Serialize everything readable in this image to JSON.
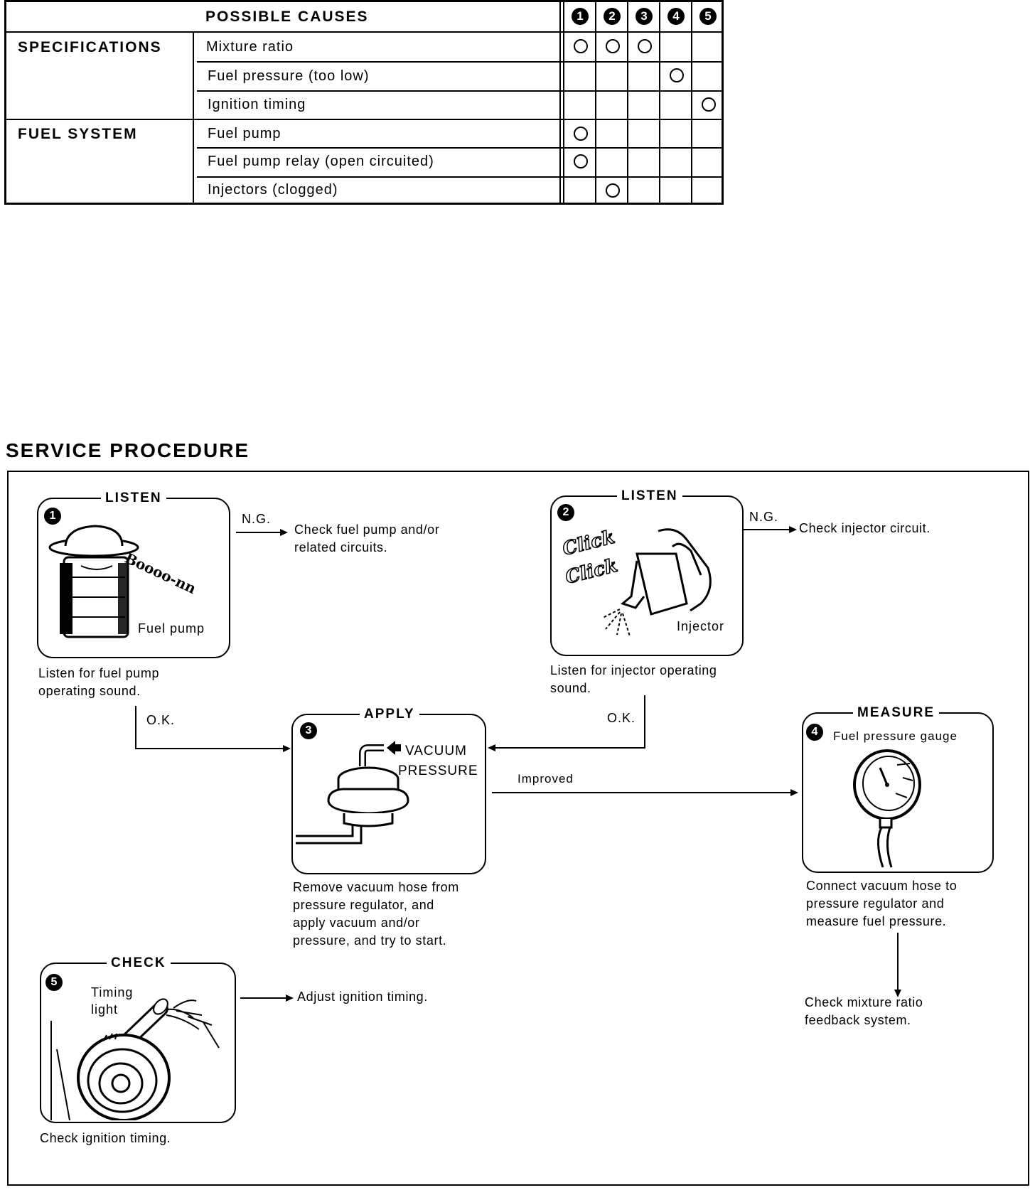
{
  "table": {
    "header": "POSSIBLE CAUSES",
    "columns": [
      "1",
      "2",
      "3",
      "4",
      "5"
    ],
    "groups": [
      {
        "category": "SPECIFICATIONS",
        "rows": [
          {
            "cause": "Mixture ratio",
            "marks": [
              true,
              true,
              true,
              false,
              false
            ]
          },
          {
            "cause": "Fuel pressure (too low)",
            "marks": [
              false,
              false,
              false,
              true,
              false
            ]
          },
          {
            "cause": "Ignition timing",
            "marks": [
              false,
              false,
              false,
              false,
              true
            ]
          }
        ]
      },
      {
        "category": "FUEL SYSTEM",
        "rows": [
          {
            "cause": "Fuel pump",
            "marks": [
              true,
              false,
              false,
              false,
              false
            ]
          },
          {
            "cause": "Fuel pump relay (open circuited)",
            "marks": [
              true,
              false,
              false,
              false,
              false
            ]
          },
          {
            "cause": "Injectors (clogged)",
            "marks": [
              false,
              true,
              false,
              false,
              false
            ]
          }
        ]
      }
    ]
  },
  "procedure": {
    "title": "SERVICE PROCEDURE",
    "step1": {
      "num": "1",
      "title": "LISTEN",
      "part": "Fuel pump",
      "sound": "Boooo-nn",
      "caption": [
        "Listen for fuel pump",
        "operating sound."
      ],
      "ng_label": "N.G.",
      "ng_action": [
        "Check fuel pump and/or",
        "related circuits."
      ],
      "ok_label": "O.K."
    },
    "step2": {
      "num": "2",
      "title": "LISTEN",
      "part": "Injector",
      "sound": [
        "Click",
        "Click"
      ],
      "caption": [
        "Listen for injector operating",
        "sound."
      ],
      "ng_label": "N.G.",
      "ng_action": "Check injector circuit.",
      "ok_label": "O.K."
    },
    "step3": {
      "num": "3",
      "title": "APPLY",
      "labels": [
        "VACUUM",
        "PRESSURE"
      ],
      "caption": [
        "Remove vacuum hose from",
        "pressure regulator, and",
        "apply vacuum and/or",
        "pressure, and try to start."
      ],
      "improved_label": "Improved"
    },
    "step4": {
      "num": "4",
      "title": "MEASURE",
      "part": "Fuel pressure gauge",
      "caption": [
        "Connect vacuum hose to",
        "pressure regulator and",
        "measure fuel pressure."
      ],
      "next": [
        "Check mixture ratio",
        "feedback system."
      ]
    },
    "step5": {
      "num": "5",
      "title": "CHECK",
      "part": [
        "Timing",
        "light"
      ],
      "caption": "Check ignition timing.",
      "action": "Adjust ignition timing."
    }
  }
}
